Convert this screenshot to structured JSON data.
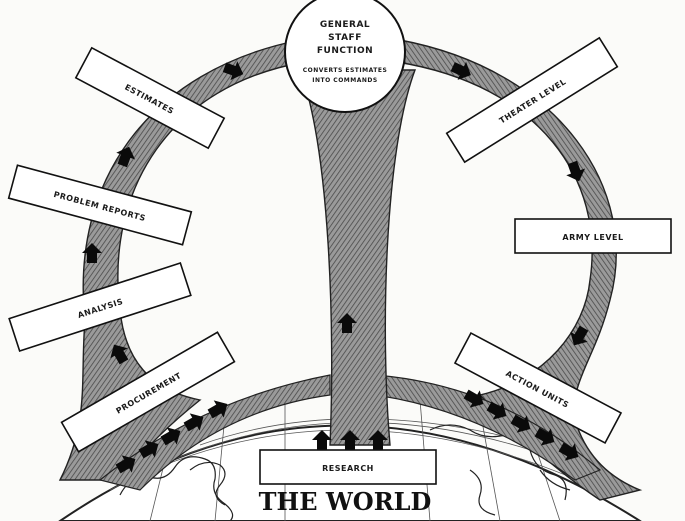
{
  "diagram": {
    "center": {
      "title_line1": "GENERAL",
      "title_line2": "STAFF",
      "title_line3": "FUNCTION",
      "subtitle_line1": "CONVERTS ESTIMATES",
      "subtitle_line2": "INTO COMMANDS"
    },
    "left_boxes": {
      "estimates": "ESTIMATES",
      "problem_reports": "PROBLEM REPORTS",
      "analysis": "ANALYSIS",
      "procurement": "PROCUREMENT"
    },
    "right_boxes": {
      "theater_level": "THEATER LEVEL",
      "army_level": "ARMY LEVEL",
      "action_units": "ACTION UNITS"
    },
    "bottom_box": {
      "research": "RESEARCH"
    },
    "world_label": "THE WORLD",
    "colors": {
      "ink": "#111111",
      "paper": "#fbfbf9",
      "band_shade": "#8a8a8a"
    }
  }
}
